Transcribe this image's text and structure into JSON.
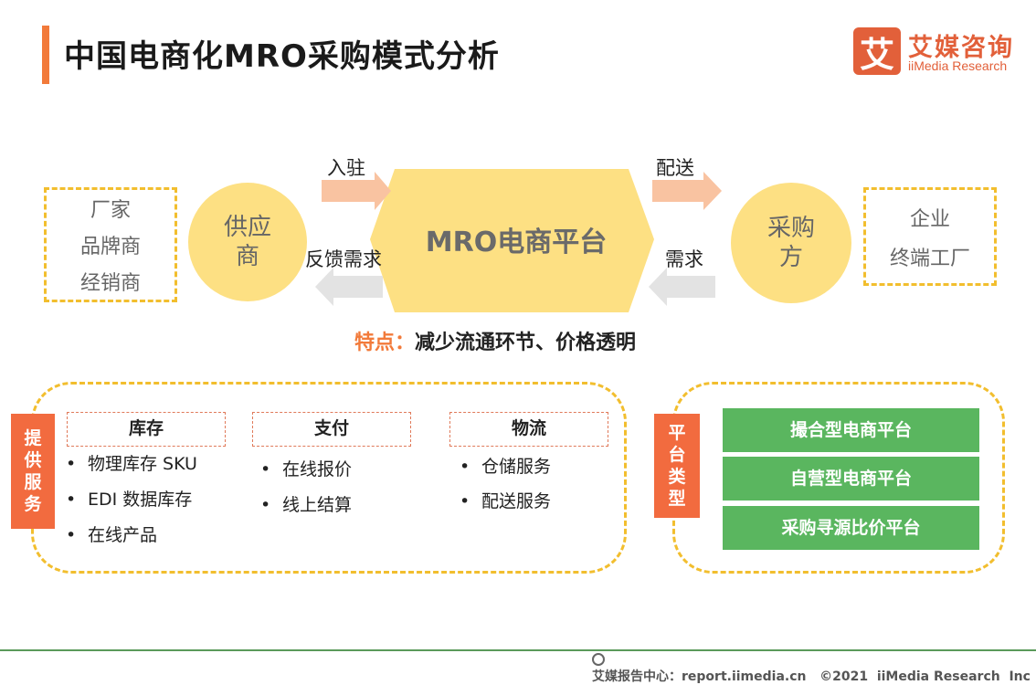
{
  "header": {
    "title": "中国电商化MRO采购模式分析",
    "logo_mark": "艾",
    "logo_cn": "艾媒咨询",
    "logo_en": "iiMedia Research"
  },
  "flow": {
    "supplier_types": [
      "厂家",
      "品牌商",
      "经销商"
    ],
    "supplier": "供应商",
    "arrow_in": "入驻",
    "arrow_feedback": "反馈需求",
    "platform": "MRO电商平台",
    "arrow_delivery": "配送",
    "arrow_demand": "需求",
    "buyer": "采购方",
    "buyer_types": [
      "企业",
      "终端工厂"
    ],
    "feature_label": "特点：",
    "feature_text": "减少流通环节、价格透明"
  },
  "services": {
    "label": "提供服务",
    "categories": [
      {
        "title": "库存",
        "items": [
          "物理库存 SKU",
          "EDI 数据库存",
          "在线产品"
        ]
      },
      {
        "title": "支付",
        "items": [
          "在线报价",
          "线上结算"
        ]
      },
      {
        "title": "物流",
        "items": [
          "仓储服务",
          "配送服务"
        ]
      }
    ],
    "bullet": "•"
  },
  "platform_types": {
    "label": "平台类型",
    "items": [
      "撮合型电商平台",
      "自营型电商平台",
      "采购寻源比价平台"
    ]
  },
  "footer": {
    "text": "艾媒报告中心：report.iimedia.cn   ©2021  iiMedia Research  Inc"
  },
  "colors": {
    "accent": "#f27a3a",
    "circle": "#fde083",
    "hexagon": "#fde083",
    "dashed": "#f2be2e",
    "arrow_orange": "#f9c3a1",
    "arrow_grey": "#e3e3e3",
    "green": "#5ab65f"
  }
}
